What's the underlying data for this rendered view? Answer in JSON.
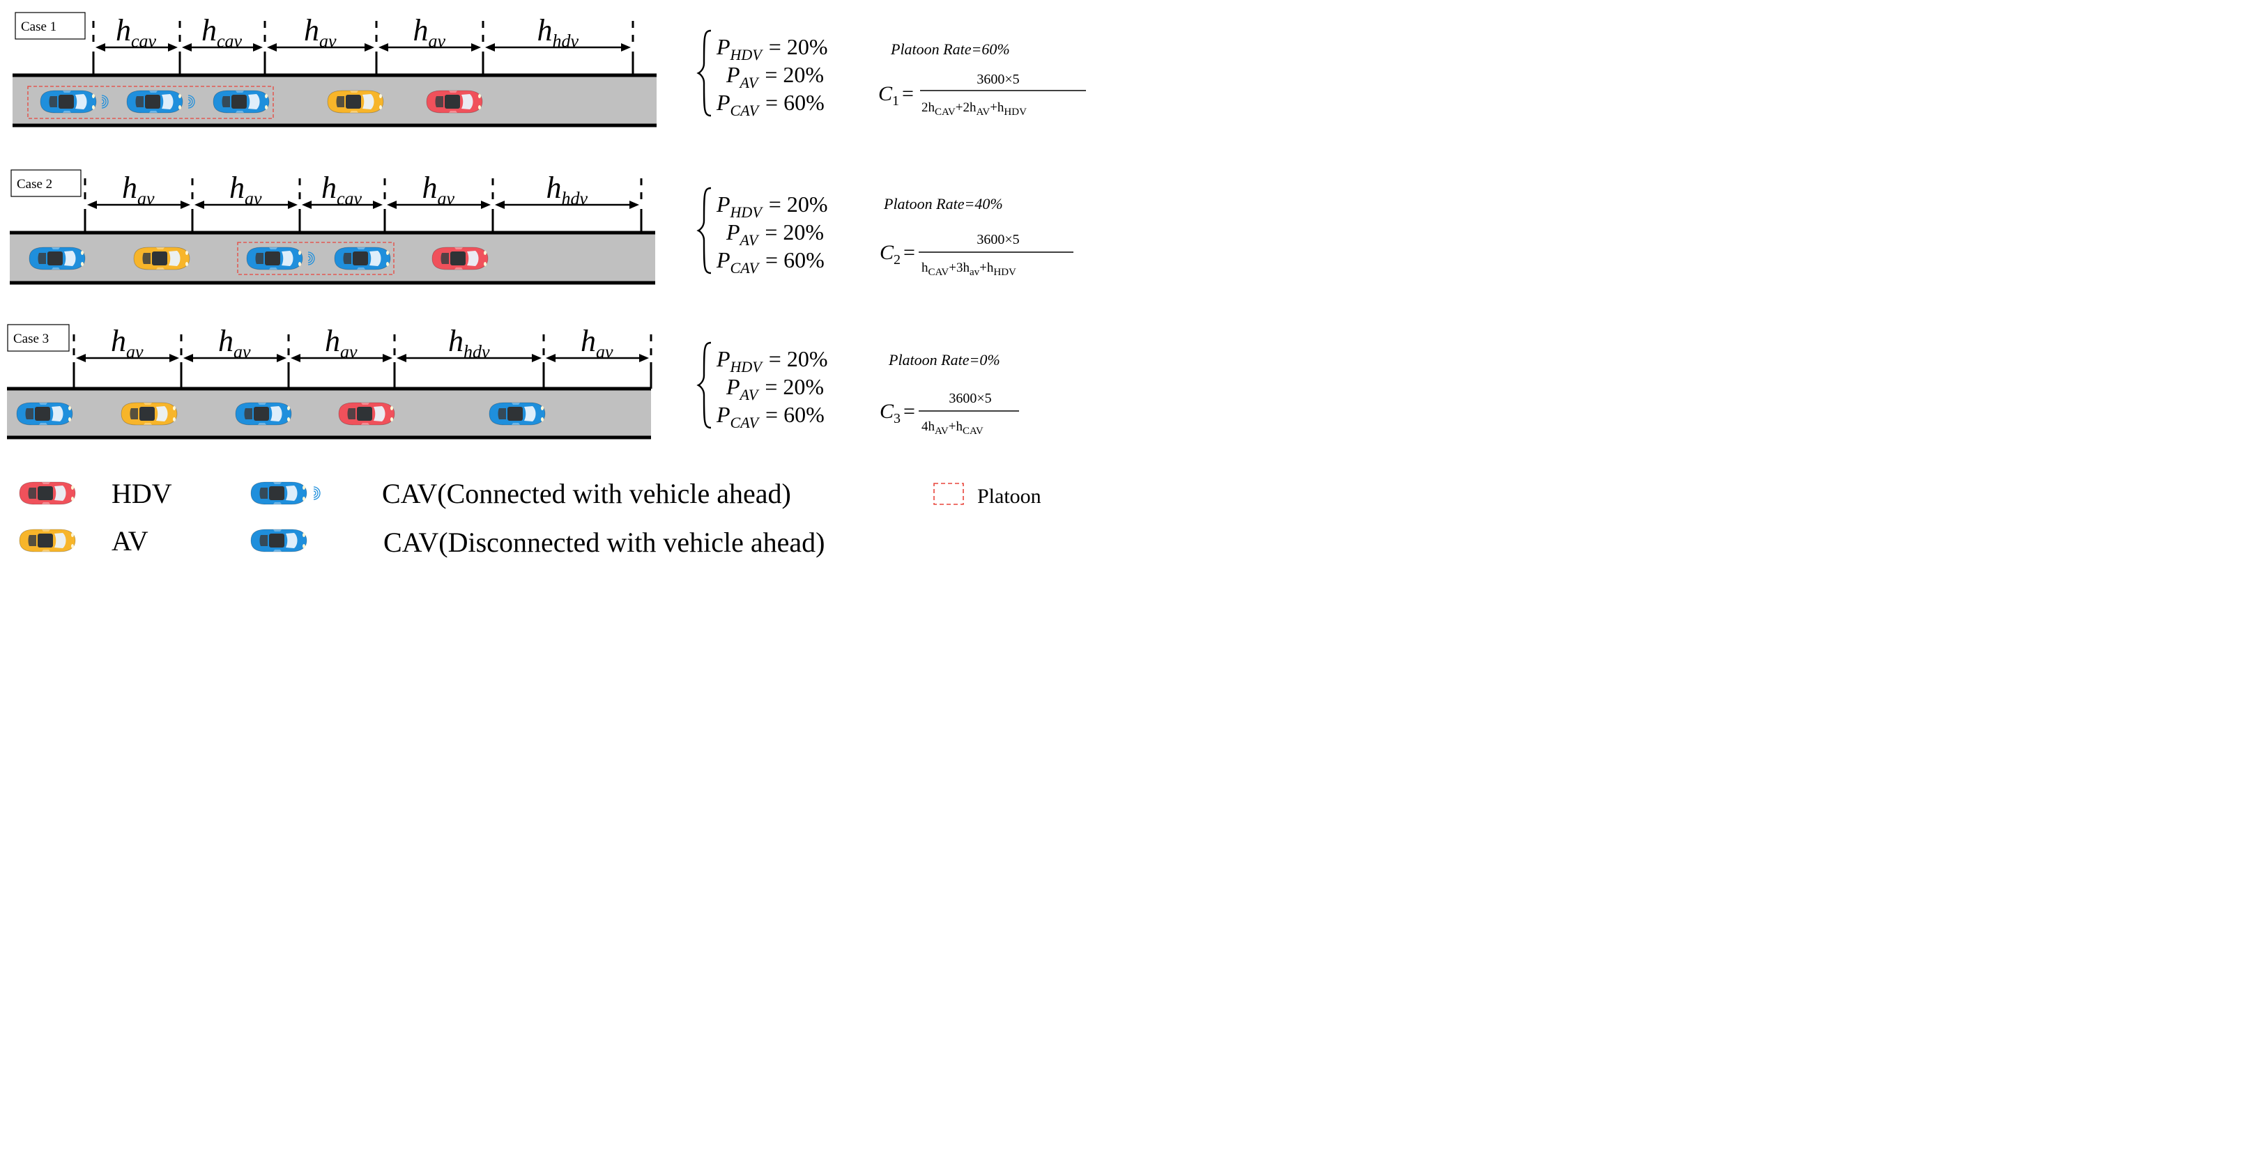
{
  "cases": [
    {
      "label": "Case 1",
      "gaps": [
        {
          "base": "h",
          "sub": "cav"
        },
        {
          "base": "h",
          "sub": "cav"
        },
        {
          "base": "h",
          "sub": "av"
        },
        {
          "base": "h",
          "sub": "av"
        },
        {
          "base": "h",
          "sub": "hdv"
        }
      ],
      "vehicles": [
        "cav",
        "cav",
        "cav",
        "av",
        "hdv"
      ],
      "connected": [
        true,
        true,
        false,
        false,
        false
      ],
      "platoon_span": [
        0,
        2
      ],
      "shares": {
        "hdv": {
          "base": "P",
          "sub": "HDV",
          "value": "= 20%"
        },
        "av": {
          "base": "P",
          "sub": "AV",
          "value": "= 20%"
        },
        "cav": {
          "base": "P",
          "sub": "CAV",
          "value": "= 60%"
        }
      },
      "platoon_rate": "Platoon Rate=60%",
      "capacity": {
        "name": "C",
        "index": "1",
        "eq": "=",
        "numerator": "3600×5",
        "denominator": [
          {
            "t": "2h"
          },
          {
            "t": "CAV",
            "sub": true
          },
          {
            "t": "+2h"
          },
          {
            "t": "AV",
            "sub": true
          },
          {
            "t": "+h"
          },
          {
            "t": "HDV",
            "sub": true
          }
        ]
      }
    },
    {
      "label": "Case 2",
      "gaps": [
        {
          "base": "h",
          "sub": "av"
        },
        {
          "base": "h",
          "sub": "av"
        },
        {
          "base": "h",
          "sub": "cav"
        },
        {
          "base": "h",
          "sub": "av"
        },
        {
          "base": "h",
          "sub": "hdv"
        }
      ],
      "vehicles": [
        "cav",
        "av",
        "cav",
        "cav",
        "hdv"
      ],
      "connected": [
        false,
        false,
        true,
        false,
        false
      ],
      "platoon_span": [
        2,
        3
      ],
      "shares": {
        "hdv": {
          "base": "P",
          "sub": "HDV",
          "value": "= 20%"
        },
        "av": {
          "base": "P",
          "sub": "AV",
          "value": "= 20%"
        },
        "cav": {
          "base": "P",
          "sub": "CAV",
          "value": "= 60%"
        }
      },
      "platoon_rate": "Platoon Rate=40%",
      "capacity": {
        "name": "C",
        "index": "2",
        "eq": "=",
        "numerator": "3600×5",
        "denominator": [
          {
            "t": "h"
          },
          {
            "t": "CAV",
            "sub": true
          },
          {
            "t": "+3h"
          },
          {
            "t": "av",
            "sub": true
          },
          {
            "t": "+h"
          },
          {
            "t": "HDV",
            "sub": true
          }
        ]
      }
    },
    {
      "label": "Case 3",
      "gaps": [
        {
          "base": "h",
          "sub": "av"
        },
        {
          "base": "h",
          "sub": "av"
        },
        {
          "base": "h",
          "sub": "av"
        },
        {
          "base": "h",
          "sub": "hdv"
        },
        {
          "base": "h",
          "sub": "av"
        }
      ],
      "vehicles": [
        "cav",
        "av",
        "cav",
        "hdv",
        "cav"
      ],
      "connected": [
        false,
        false,
        false,
        false,
        false
      ],
      "platoon_span": null,
      "shares": {
        "hdv": {
          "base": "P",
          "sub": "HDV",
          "value": "= 20%"
        },
        "av": {
          "base": "P",
          "sub": "AV",
          "value": "= 20%"
        },
        "cav": {
          "base": "P",
          "sub": "CAV",
          "value": "= 60%"
        }
      },
      "platoon_rate": "Platoon Rate=0%",
      "capacity": {
        "name": "C",
        "index": "3",
        "eq": "=",
        "numerator": "3600×5",
        "denominator": [
          {
            "t": "4h"
          },
          {
            "t": "AV",
            "sub": true
          },
          {
            "t": "+h"
          },
          {
            "t": "CAV",
            "sub": true
          }
        ]
      }
    }
  ],
  "legend": {
    "hdv": "HDV",
    "av": "AV",
    "cav_connected": "CAV(Connected with vehicle ahead)",
    "cav_disconnected": "CAV(Disconnected  with vehicle ahead)",
    "platoon": "Platoon"
  },
  "colors": {
    "road": "#c0c0c0",
    "hdv": "#f0515b",
    "av": "#f7b52a",
    "cav": "#1f8fdc",
    "platoon_border": "#e8453c"
  }
}
